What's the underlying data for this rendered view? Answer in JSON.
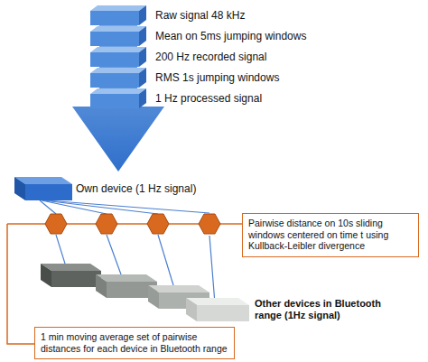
{
  "diagram": {
    "nodes": [
      {
        "text": [
          "Raw signal 48 kHz"
        ]
      },
      {
        "text": [
          "Mean on 5ms jumping windows"
        ]
      },
      {
        "text": [
          "200 Hz recorded signal"
        ]
      },
      {
        "text": [
          "RMS 1s jumping windows"
        ]
      },
      {
        "text": [
          "1 Hz processed signal"
        ]
      },
      {
        "text": [
          "Own device (1 Hz signal)"
        ]
      },
      {
        "text": [
          "Pairwise distance on 10s sliding windows centered on time t using Kullback-Leibler divergence"
        ]
      },
      {
        "text": [
          "Other devices in Bluetooth range (1Hz signal)"
        ]
      },
      {
        "text": [
          "1 min moving average set of pairwise distances for each device in Bluetooth range"
        ]
      }
    ],
    "edges": [
      {
        "from": 5,
        "to": 7,
        "arrow": "none"
      }
    ]
  }
}
